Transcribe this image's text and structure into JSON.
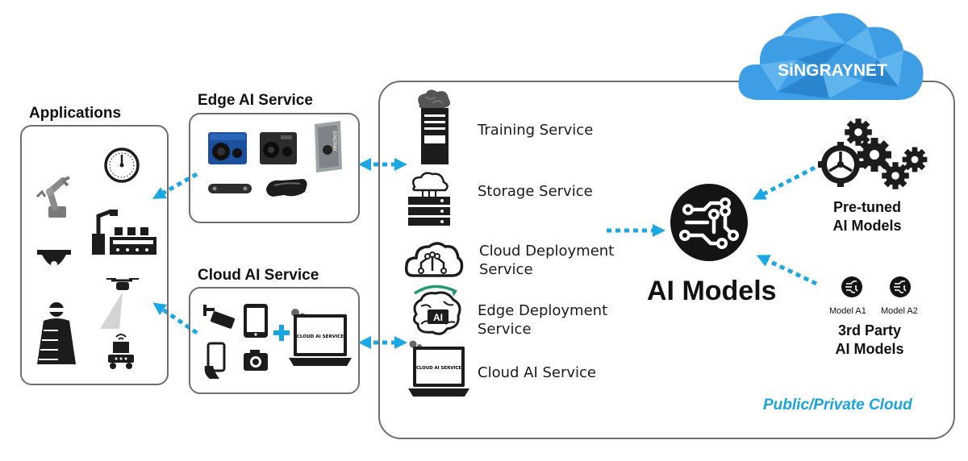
{
  "applications": {
    "title": "Applications"
  },
  "edge_ai_service": {
    "title": "Edge AI Service"
  },
  "cloud_ai_service": {
    "title": "Cloud AI Service",
    "laptop_screen_text": "CLOUD AI SERVICE"
  },
  "cloud": {
    "brand": "SiNGRAYNET",
    "caption": "Public/Private Cloud",
    "services": [
      {
        "label": "Training Service"
      },
      {
        "label": "Storage Service"
      },
      {
        "label": "Cloud Deployment\nService"
      },
      {
        "label": "Edge Deployment\nService"
      },
      {
        "label": "Cloud AI Service"
      }
    ],
    "cloud_ai_screen_text": "CLOUD AI SERVICE",
    "brain_chip_text": "AI",
    "camera_brand_text": "SiNGRAY"
  },
  "ai_models": {
    "title": "AI Models",
    "pretuned": "Pre-tuned\nAI Models",
    "third_party": "3rd Party\nAI Models",
    "model_a1": "Model A1",
    "model_a2": "Model A2"
  },
  "colors": {
    "arrow": "#1aa7e3",
    "accent": "#19a3e0",
    "border": "#6f6f6f",
    "cloud": "#2e9be6",
    "icon": "#1c1c1c"
  }
}
